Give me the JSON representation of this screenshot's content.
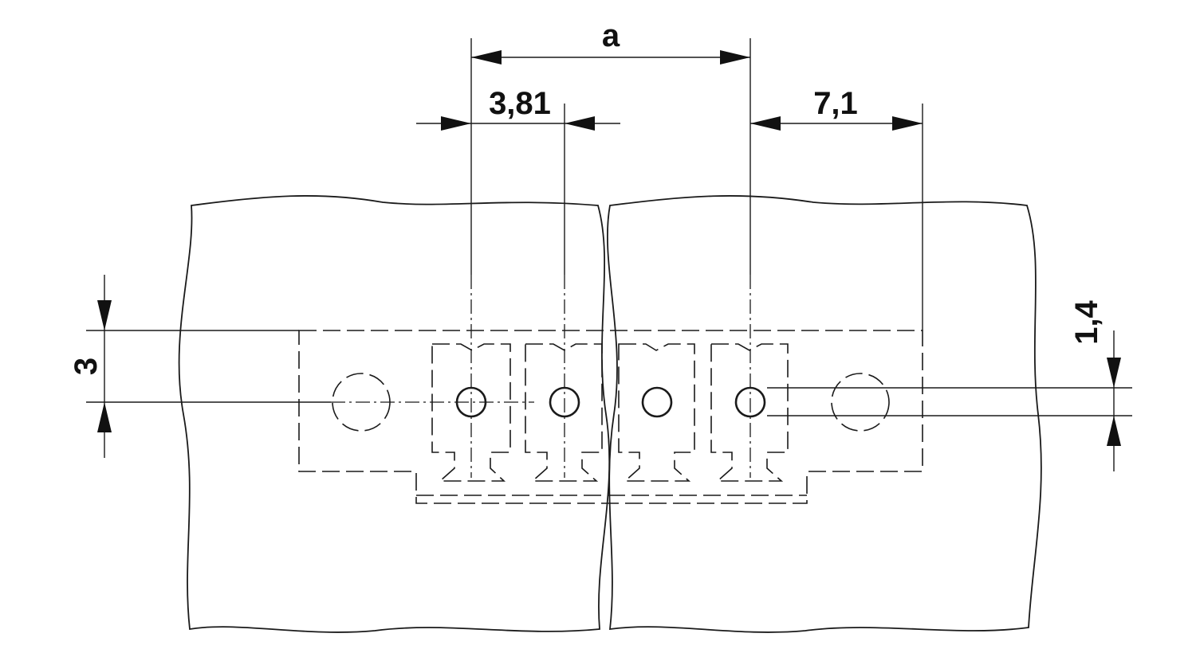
{
  "dimensions": {
    "a": "a",
    "pitch": "3,81",
    "edge": "7,1",
    "height": "3",
    "pin_offset": "1,4"
  }
}
